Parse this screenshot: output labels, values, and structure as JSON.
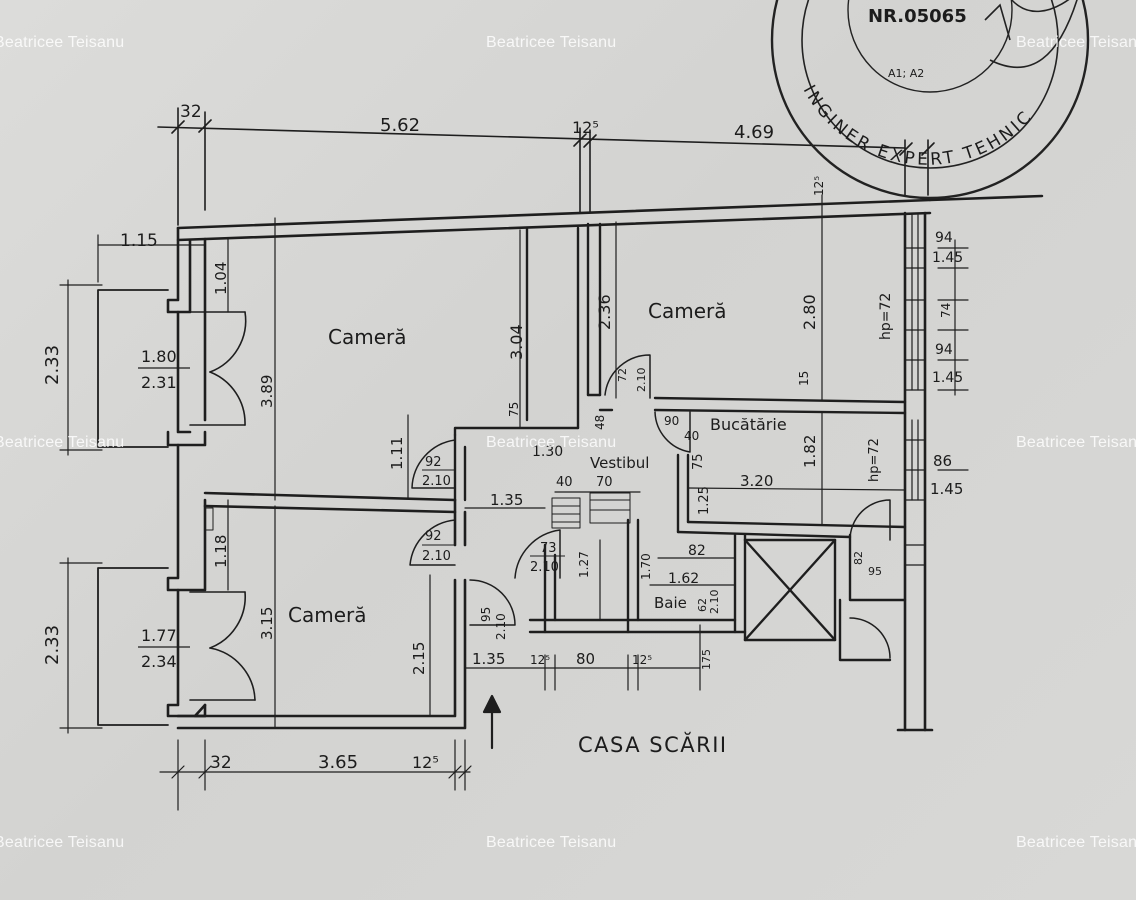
{
  "rooms": {
    "camera_1": "Cameră",
    "camera_2": "Cameră",
    "camera_3": "Cameră",
    "bucatarie": "Bucătărie",
    "vestibul": "Vestibul",
    "baie": "Baie",
    "casa_scarii": "CASA SCĂRII"
  },
  "stamp": {
    "number": "NR.05065",
    "grade": "A1; A2",
    "arc_text": "INGINER EXPERT TEHNIC"
  },
  "watermarks": [
    "Beatricee Teisanu",
    "Beatricee Teisanu",
    "Beatricee Teisanu",
    "Beatricee Teisanu",
    "Beatricee Teisanu",
    "Beatricee Teisanu",
    "Beatricee Teisanu",
    "Beatricee Teisanu",
    "Beatricee Teisanu"
  ],
  "dims": {
    "top_32": "32",
    "top_562": "5.62",
    "top_125": "12⁵",
    "top_469": "4.69",
    "top_125b": "12⁵",
    "left_115": "1.15",
    "left_233a": "2.33",
    "left_233b": "2.33",
    "d_104": "1.04",
    "d_389": "3.89",
    "d_118": "1.18",
    "d_315": "3.15",
    "w_180": "1.80",
    "w_231": "2.31",
    "w_177": "1.77",
    "w_234": "2.34",
    "d_304": "3.04",
    "d_236": "2.36",
    "d_280": "2.80",
    "d_15": "15",
    "d_75a": "75",
    "d_48": "48",
    "d_182": "1.82",
    "d_111": "1.11",
    "d_130": "1.30",
    "dr_92a": "92",
    "dr_210a": "2.10",
    "dr_92b": "92",
    "dr_210b": "2.10",
    "dr_72": "72",
    "dr_210c": "2.10",
    "dr_90": "90",
    "dr_40": "40",
    "d_135a": "1.35",
    "d_40": "40",
    "d_70": "70",
    "d_75b": "75",
    "d_125": "1.25",
    "d_320": "3.20",
    "r_94a": "94",
    "r_145a": "1.45",
    "r_74": "74",
    "r_94b": "94",
    "r_145b": "1.45",
    "r_86": "86",
    "r_145c": "1.45",
    "hp1": "hp=72",
    "hp2": "hp=72",
    "dr_73": "73",
    "dr_210d": "2.10",
    "d_127": "1.27",
    "d_170": "1.70",
    "d_82": "82",
    "d_162": "1.62",
    "dr_62": "62",
    "dr_210e": "2.10",
    "d_215": "2.15",
    "dr_95": "95",
    "dr_210f": "2.10",
    "b_135": "1.35",
    "b_125a": "12⁵",
    "b_80": "80",
    "b_125b": "12⁵",
    "b_175": "175",
    "bot_32": "32",
    "bot_365": "3.65",
    "bot_125": "12⁵",
    "small_82": "82",
    "small_95": "95"
  }
}
